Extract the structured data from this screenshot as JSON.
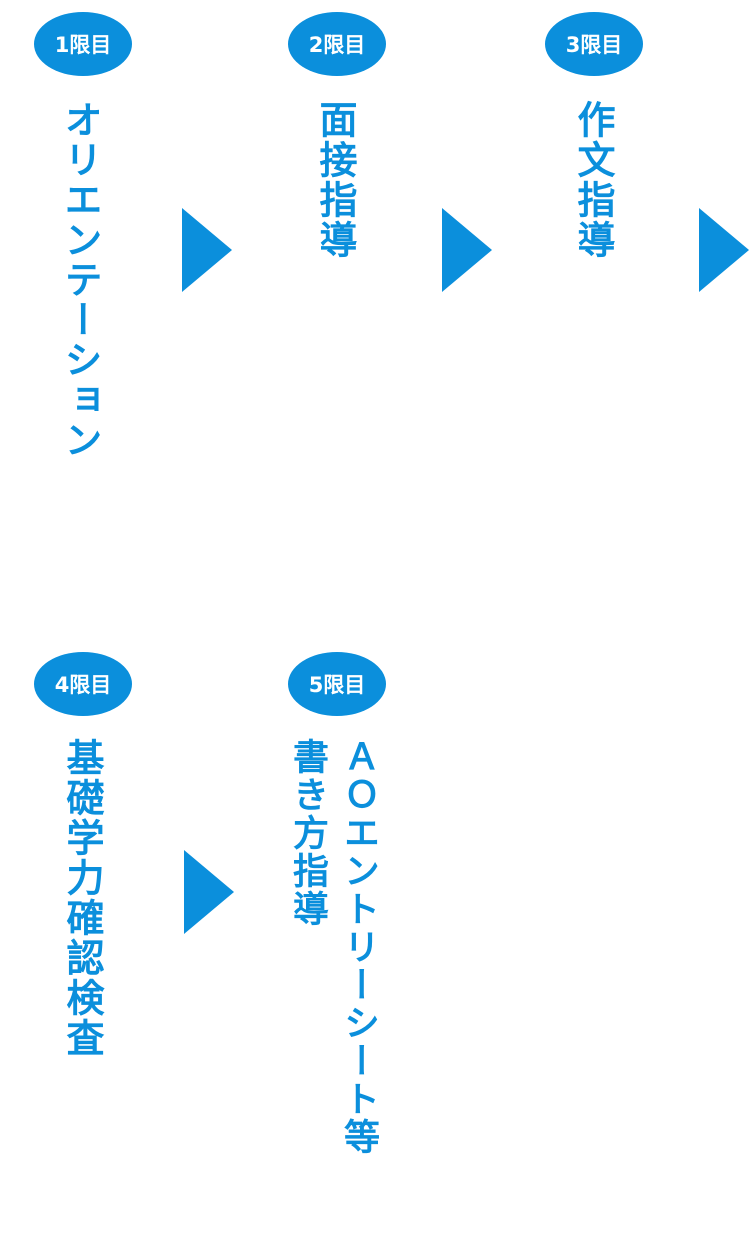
{
  "accent_color": "#0b8fdc",
  "steps": [
    {
      "label": "1限目",
      "title": "オリエンテーション"
    },
    {
      "label": "2限目",
      "title": "面接指導"
    },
    {
      "label": "3限目",
      "title": "作文指導"
    },
    {
      "label": "4限目",
      "title": "基礎学力確認検査"
    },
    {
      "label": "5限目",
      "title_line1": "ＡＯエントリーシート等",
      "title_line2": "書き方指導"
    }
  ],
  "arrow_icon": "triangle-right-icon"
}
